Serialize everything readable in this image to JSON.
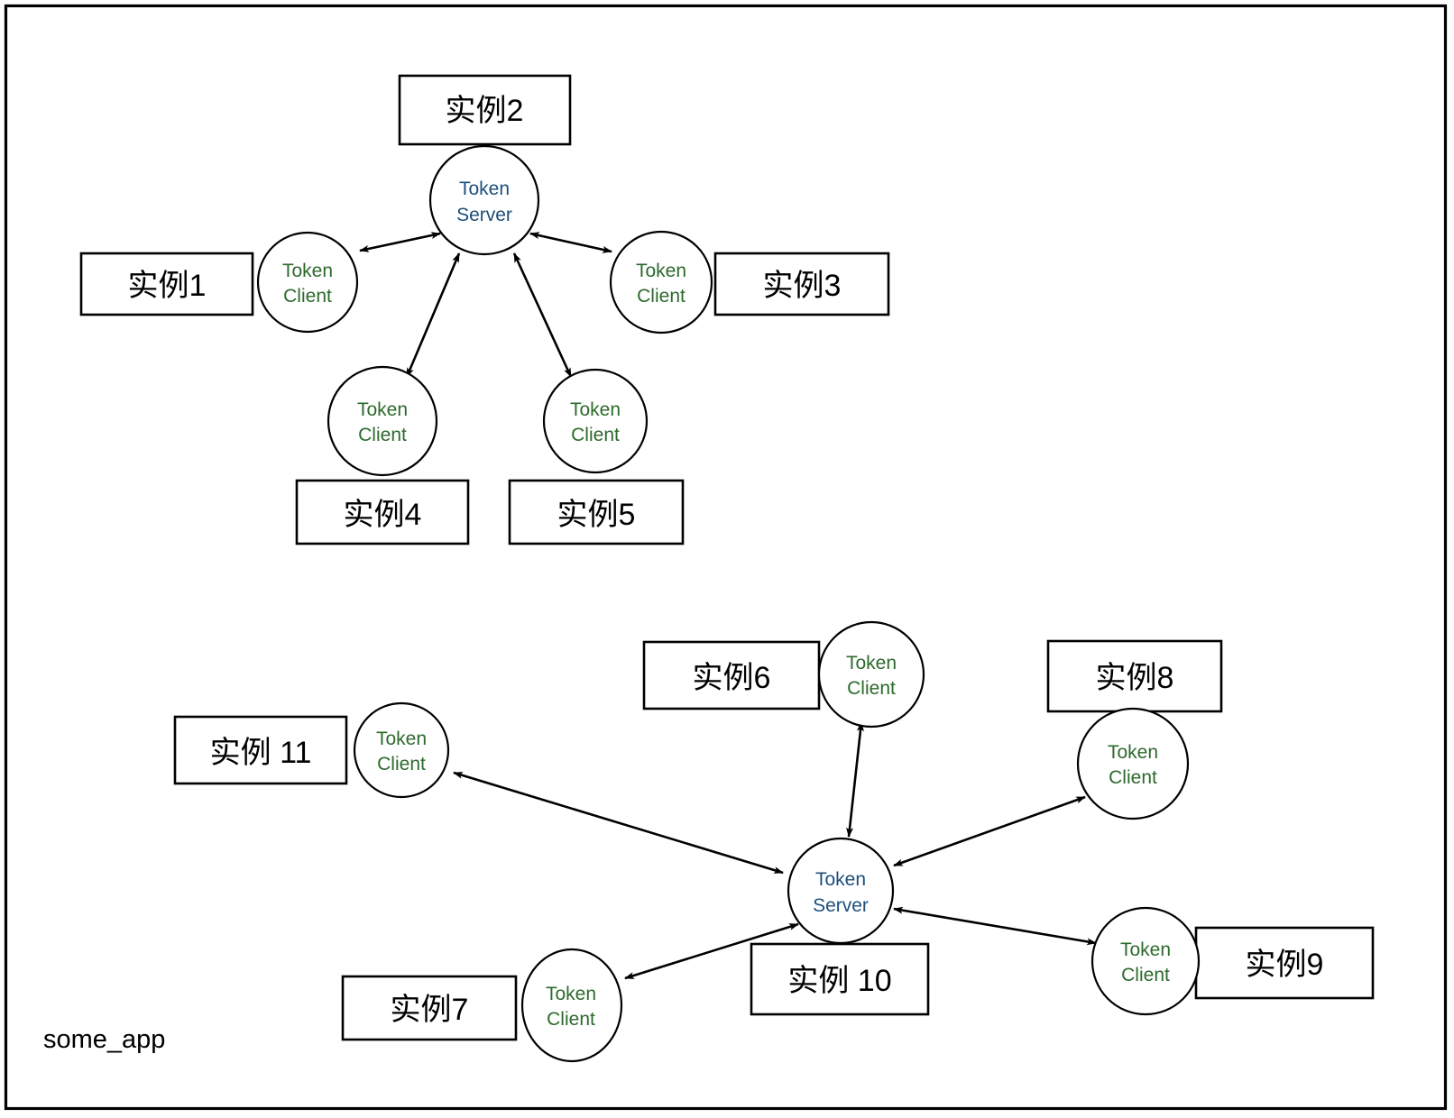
{
  "app": {
    "name": "some_app",
    "frame": {
      "stroke_color": "#000000",
      "background": "#ffffff"
    }
  },
  "palette": {
    "box_border": "#000000",
    "box_fill": "#ffffff",
    "client_text": "#2d6a2d",
    "server_text": "#1d4f7c",
    "edge": "#000000",
    "label_text": "#000000"
  },
  "node_labels": {
    "token_server_line1": "Token",
    "token_server_line2": "Server",
    "token_client_line1": "Token",
    "token_client_line2": "Client"
  },
  "clusters": [
    {
      "id": "cluster-top",
      "server": {
        "id": "server-top",
        "label_line1": "Token",
        "label_line2": "Server"
      },
      "instances": [
        {
          "id": "instance-2",
          "box_label": "实例2",
          "client_id": "client-top-center"
        },
        {
          "id": "instance-1",
          "box_label": "实例1",
          "client_id": "client-instance-1"
        },
        {
          "id": "instance-3",
          "box_label": "实例3",
          "client_id": "client-instance-3"
        },
        {
          "id": "instance-4",
          "box_label": "实例4",
          "client_id": "client-instance-4"
        },
        {
          "id": "instance-5",
          "box_label": "实例5",
          "client_id": "client-instance-5"
        }
      ],
      "edges": [
        {
          "from": "client-instance-1",
          "to": "server-top",
          "direction": "bidirectional"
        },
        {
          "from": "client-instance-3",
          "to": "server-top",
          "direction": "bidirectional"
        },
        {
          "from": "client-instance-4",
          "to": "server-top",
          "direction": "bidirectional"
        },
        {
          "from": "client-instance-5",
          "to": "server-top",
          "direction": "bidirectional"
        }
      ]
    },
    {
      "id": "cluster-bottom",
      "server": {
        "id": "server-bottom",
        "label_line1": "Token",
        "label_line2": "Server"
      },
      "instances": [
        {
          "id": "instance-11",
          "box_label": "实例 11",
          "client_id": "client-instance-11"
        },
        {
          "id": "instance-6",
          "box_label": "实例6",
          "client_id": "client-instance-6"
        },
        {
          "id": "instance-8",
          "box_label": "实例8",
          "client_id": "client-instance-8"
        },
        {
          "id": "instance-9",
          "box_label": "实例9",
          "client_id": "client-instance-9"
        },
        {
          "id": "instance-7",
          "box_label": "实例7",
          "client_id": "client-instance-7"
        },
        {
          "id": "instance-10",
          "box_label": "实例 10",
          "client_id": "server-bottom"
        }
      ],
      "edges": [
        {
          "from": "client-instance-11",
          "to": "server-bottom",
          "direction": "bidirectional"
        },
        {
          "from": "client-instance-6",
          "to": "server-bottom",
          "direction": "bidirectional"
        },
        {
          "from": "client-instance-8",
          "to": "server-bottom",
          "direction": "bidirectional"
        },
        {
          "from": "client-instance-9",
          "to": "server-bottom",
          "direction": "bidirectional"
        },
        {
          "from": "client-instance-7",
          "to": "server-bottom",
          "direction": "bidirectional"
        }
      ]
    }
  ]
}
